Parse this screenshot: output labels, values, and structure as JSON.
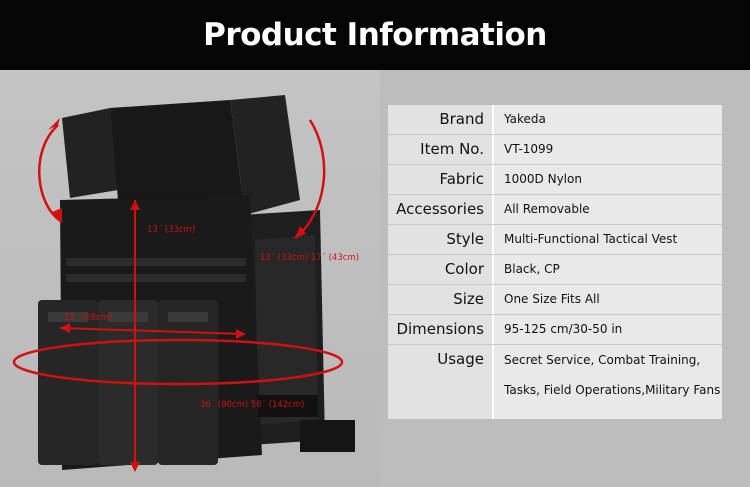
{
  "header": {
    "title": "Product Information"
  },
  "dimensions": {
    "height_front": "13´ (33cm)",
    "height_back": "13´ (33cm) 17´ (43cm)",
    "width_front": "11´ (28cm)",
    "waist": "36´ (90cm) 56´ (142cm)"
  },
  "specs": [
    {
      "key": "Brand",
      "value": "Yakeda"
    },
    {
      "key": "Item No.",
      "value": "VT-1099"
    },
    {
      "key": "Fabric",
      "value": "1000D Nylon"
    },
    {
      "key": "Accessories",
      "value": "All Removable"
    },
    {
      "key": "Style",
      "value": "Multi-Functional Tactical Vest"
    },
    {
      "key": "Color",
      "value": "Black, CP"
    },
    {
      "key": "Size",
      "value": "One Size Fits All"
    },
    {
      "key": "Dimensions",
      "value": "95-125 cm/30-50 in"
    },
    {
      "key": "Usage",
      "value": "Secret Service, Combat Training,",
      "value2": "Tasks, Field Operations,Military Fans"
    }
  ],
  "colors": {
    "header_bg": "#050505",
    "key_bg": "#e2e2e2",
    "value_bg": "#e9e9e9",
    "measure_red": "#d21010"
  }
}
